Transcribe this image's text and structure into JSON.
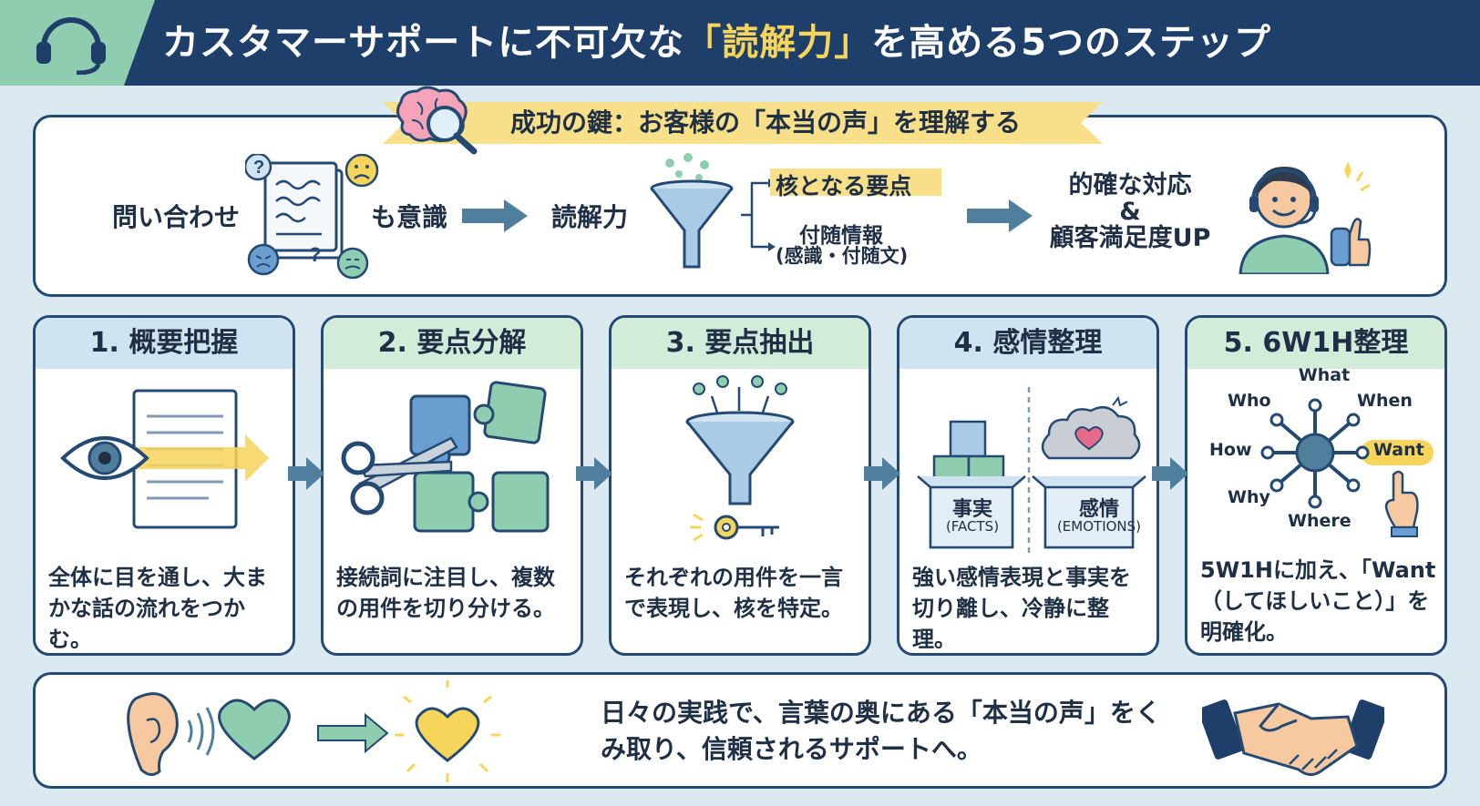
{
  "header": {
    "title_prefix": "カスタマーサポートに不可欠な",
    "title_highlight": "「読解力」",
    "title_suffix": "を高める5つのステップ"
  },
  "key_banner": {
    "text": "成功の鍵：お客様の「本当の声」を理解する"
  },
  "flow": {
    "inquiry": "問い合わせ",
    "emotion": "も意識",
    "reading": "読解力",
    "core": "核となる要点",
    "sub_line1": "付随情報",
    "sub_line2": "(感識・付随文)",
    "result_line1": "的確な対応",
    "result_amp": "&",
    "result_line2": "顧客満足度UP"
  },
  "steps": [
    {
      "title": "1. 概要把握",
      "desc": "全体に目を通し、大まかな話の流れをつかむ。"
    },
    {
      "title": "2. 要点分解",
      "desc": "接続詞に注目し、複数の用件を切り分ける。"
    },
    {
      "title": "3. 要点抽出",
      "desc": "それぞれの用件を一言で表現し、核を特定。"
    },
    {
      "title": "4. 感情整理",
      "desc": "強い感情表現と事実を切り離し、冷静に整理。"
    },
    {
      "title": "5. 6W1H整理",
      "desc": "5W1Hに加え、「Want（してほしいこと）」を明確化。"
    }
  ],
  "step4_art": {
    "facts": "事実",
    "facts_en": "(FACTS)",
    "emotions": "感情",
    "emotions_en": "(EMOTIONS)"
  },
  "step5_art": {
    "what": "What",
    "who": "Who",
    "when": "When",
    "how": "How",
    "want": "Want",
    "why": "Why",
    "where": "Where"
  },
  "bottom": {
    "text": "日々の実践で、言葉の奥にある「本当の声」をくみ取り、信頼されるサポートへ。"
  },
  "colors": {
    "navy": "#1e3f6a",
    "mint": "#8fcdb0",
    "yellow": "#f8e08a",
    "blue_head": "#cfe3f1",
    "green_head": "#d3ebd9"
  }
}
